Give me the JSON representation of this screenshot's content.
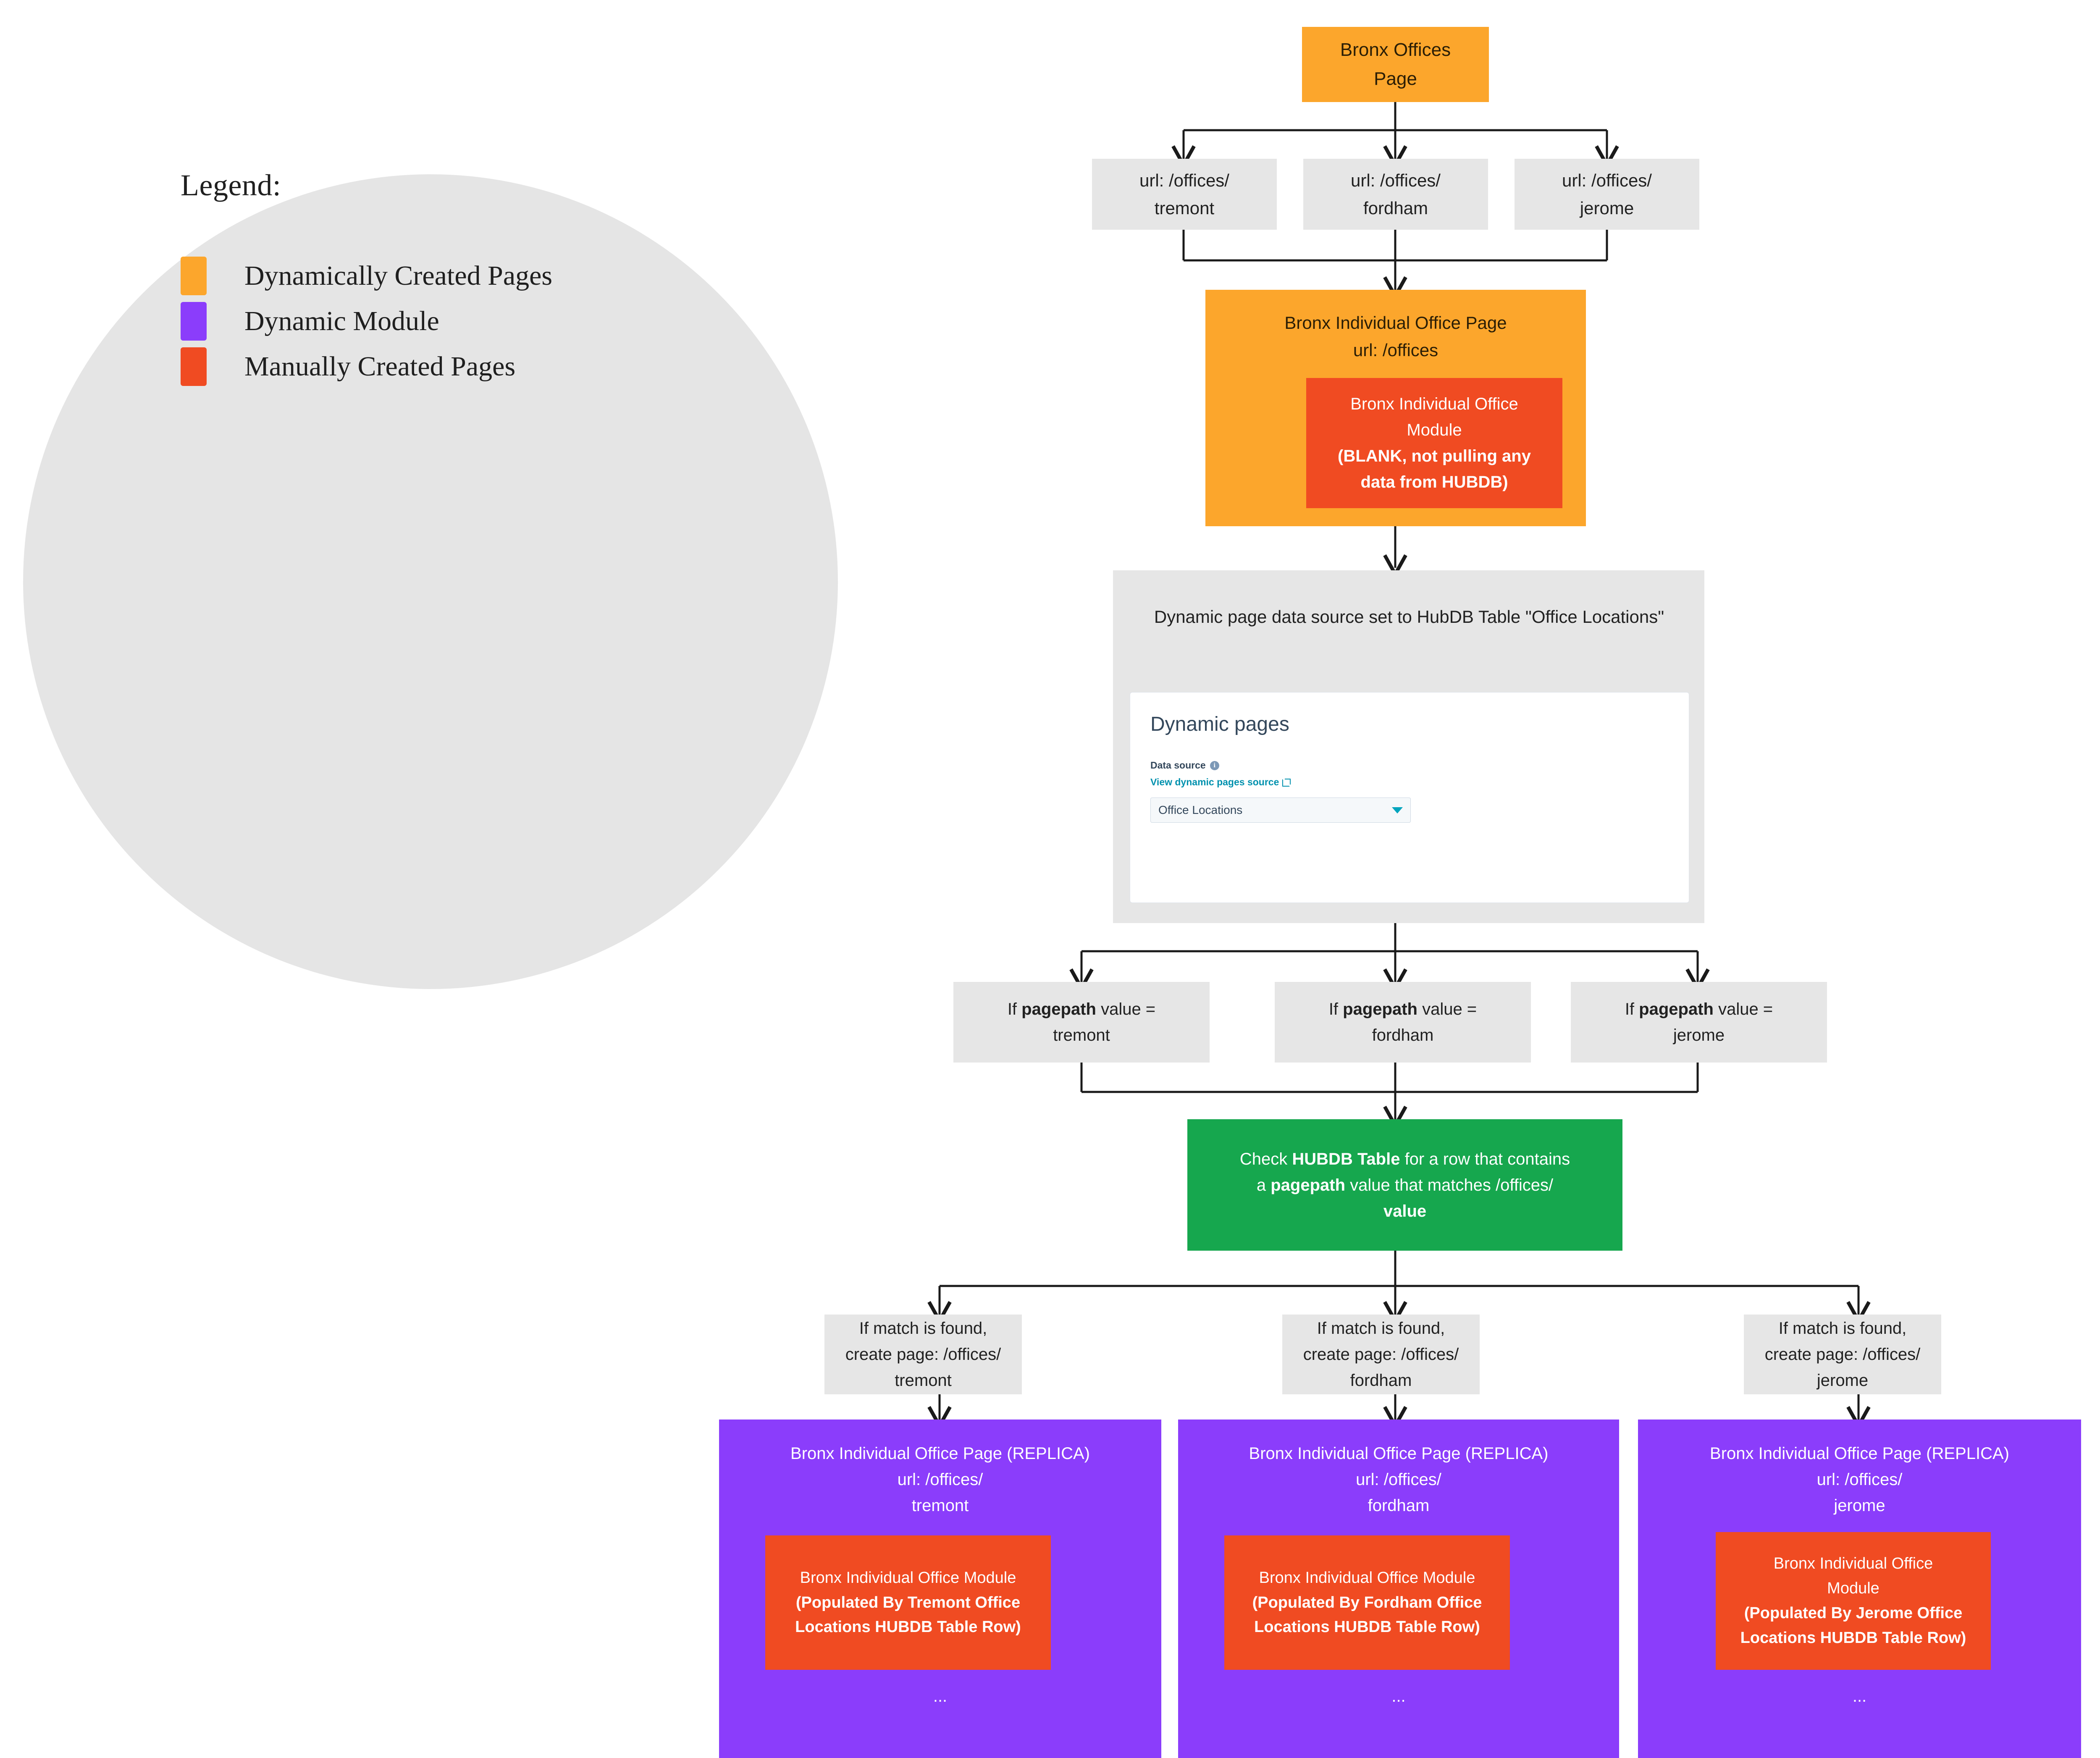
{
  "legend": {
    "title": "Legend:",
    "items": [
      {
        "label": "Dynamically Created Pages",
        "color": "#fca62c"
      },
      {
        "label": "Dynamic Module",
        "color": "#8b3dfb"
      },
      {
        "label": "Manually Created Pages",
        "color": "#f04b22"
      }
    ]
  },
  "flow": {
    "root": {
      "line1": "Bronx Offices",
      "line2": "Page"
    },
    "url_boxes": [
      {
        "line1": "url: /offices/",
        "line2": "tremont"
      },
      {
        "line1": "url: /offices/",
        "line2": "fordham"
      },
      {
        "line1": "url: /offices/",
        "line2": "jerome"
      }
    ],
    "individual_page": {
      "line1": "Bronx Individual Office Page",
      "line2": "url: /offices",
      "module": {
        "line1": "Bronx Individual Office",
        "line2": "Module",
        "line3": "(BLANK, not pulling any",
        "line4": "data from HUBDB)"
      }
    },
    "hubdb": {
      "caption_line1": "Dynamic page data source set to HubDB Table \"Office",
      "caption_line2": "Locations\"",
      "card_title": "Dynamic pages",
      "datasource_label": "Data source",
      "info_icon_glyph": "i",
      "view_source_link": "View dynamic pages source",
      "select_value": "Office Locations"
    },
    "pagepath_boxes": [
      {
        "prefix": "If ",
        "bold": "pagepath",
        "suffix": " value =",
        "value": "tremont"
      },
      {
        "prefix": "If ",
        "bold": "pagepath",
        "suffix": " value =",
        "value": "fordham"
      },
      {
        "prefix": "If ",
        "bold": "pagepath",
        "suffix": " value =",
        "value": "jerome"
      }
    ],
    "check_box": {
      "l1a": "Check ",
      "l1b": "HUBDB Table",
      "l1c": " for a row that contains",
      "l2a": "a ",
      "l2b": "pagepath",
      "l2c": " value that matches /offices/",
      "l3": "value"
    },
    "match_boxes": [
      {
        "line1": "If match is found,",
        "line2": "create page: /offices/",
        "line3": "tremont"
      },
      {
        "line1": "If match is found,",
        "line2": "create page: /offices/",
        "line3": "fordham"
      },
      {
        "line1": "If match is found,",
        "line2": "create page: /offices/",
        "line3": "jerome"
      }
    ],
    "replica_pages": [
      {
        "line1": "Bronx Individual Office Page (REPLICA)",
        "line2": "url: /offices/",
        "line3": "tremont",
        "module_line1": "Bronx Individual Office Module",
        "module_line2": "(Populated By Tremont Office",
        "module_line3": "Locations HUBDB Table Row)",
        "ellipsis": "..."
      },
      {
        "line1": "Bronx Individual Office Page (REPLICA)",
        "line2": "url: /offices/",
        "line3": "fordham",
        "module_line1": "Bronx Individual Office Module",
        "module_line2": "(Populated By Fordham Office",
        "module_line3": "Locations HUBDB Table Row)",
        "ellipsis": "..."
      },
      {
        "line1": "Bronx Individual Office Page (REPLICA)",
        "line2": "url: /offices/",
        "line3": "jerome",
        "module_line1": "Bronx Individual Office",
        "module_line1b": "Module",
        "module_line2": "(Populated By Jerome Office",
        "module_line3": "Locations HUBDB Table Row)",
        "ellipsis": "..."
      }
    ]
  },
  "colors": {
    "dynamic_pages": "#fca62c",
    "dynamic_module": "#8b3dfb",
    "manual_pages": "#f04b22",
    "process": "#16a74e",
    "neutral": "#e6e6e6",
    "hubspot_teal": "#00a4bd",
    "hubspot_link": "#0091ae"
  }
}
